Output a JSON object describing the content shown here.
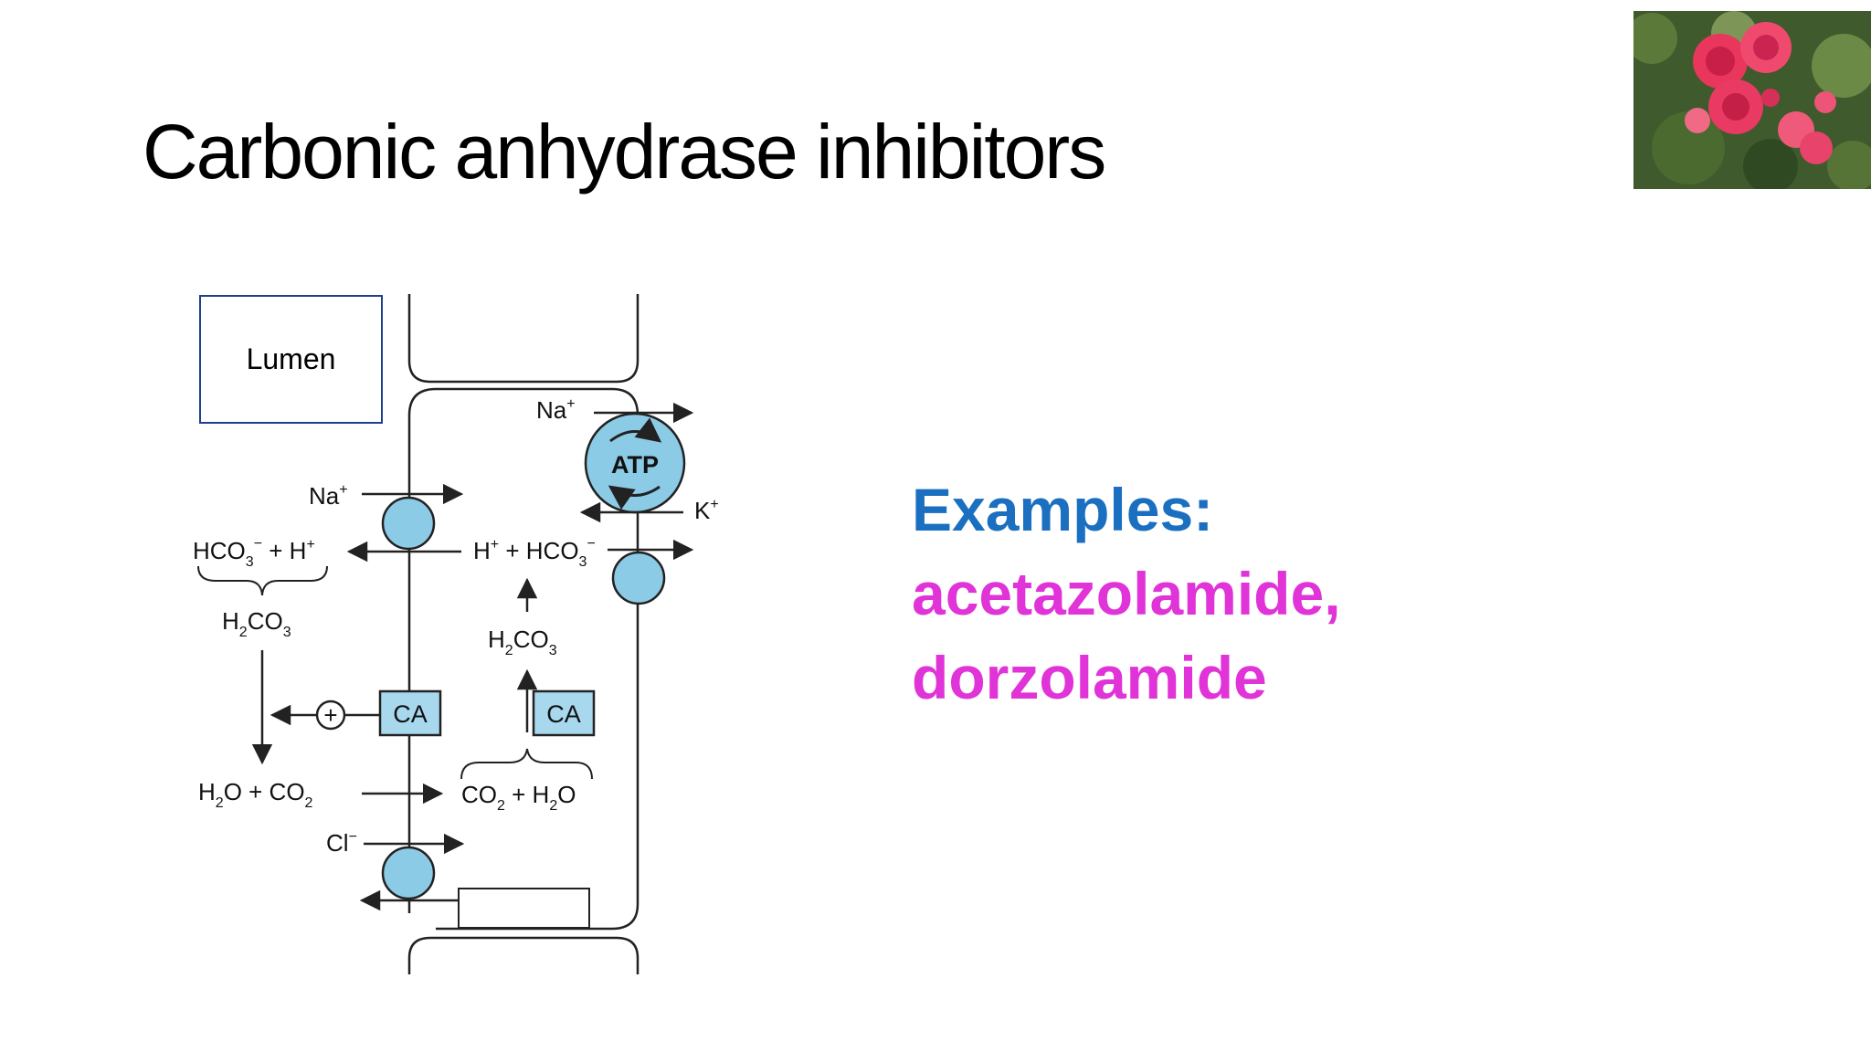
{
  "slide": {
    "title": "Carbonic anhydrase inhibitors",
    "background_color": "#ffffff"
  },
  "diagram": {
    "lumen_label": "Lumen",
    "pump_label": "ATP",
    "enzyme_label": "CA",
    "plus_sign": "+",
    "ions": {
      "na_top": "Na",
      "na_left": "Na",
      "k": "K",
      "cl": "Cl",
      "h_left": "H",
      "h_right": "H",
      "hco3_left": "HCO",
      "hco3_right": "HCO",
      "h2co3_left": "H",
      "h2co3_right": "H",
      "h2o_co2_left": "H",
      "co2_h2o_right": "CO"
    },
    "colors": {
      "transporter_fill": "#8ccbe6",
      "enzyme_fill": "#a8d8ee",
      "line": "#222222",
      "lumen_border": "#1f3f8f"
    }
  },
  "examples": {
    "heading": "Examples:",
    "heading_color": "#1a6fc0",
    "drugs_line1": "acetazolamide,",
    "drugs_line2": "dorzolamide",
    "drug_color": "#e033d8"
  },
  "photo": {
    "icon": "rose-photo"
  }
}
